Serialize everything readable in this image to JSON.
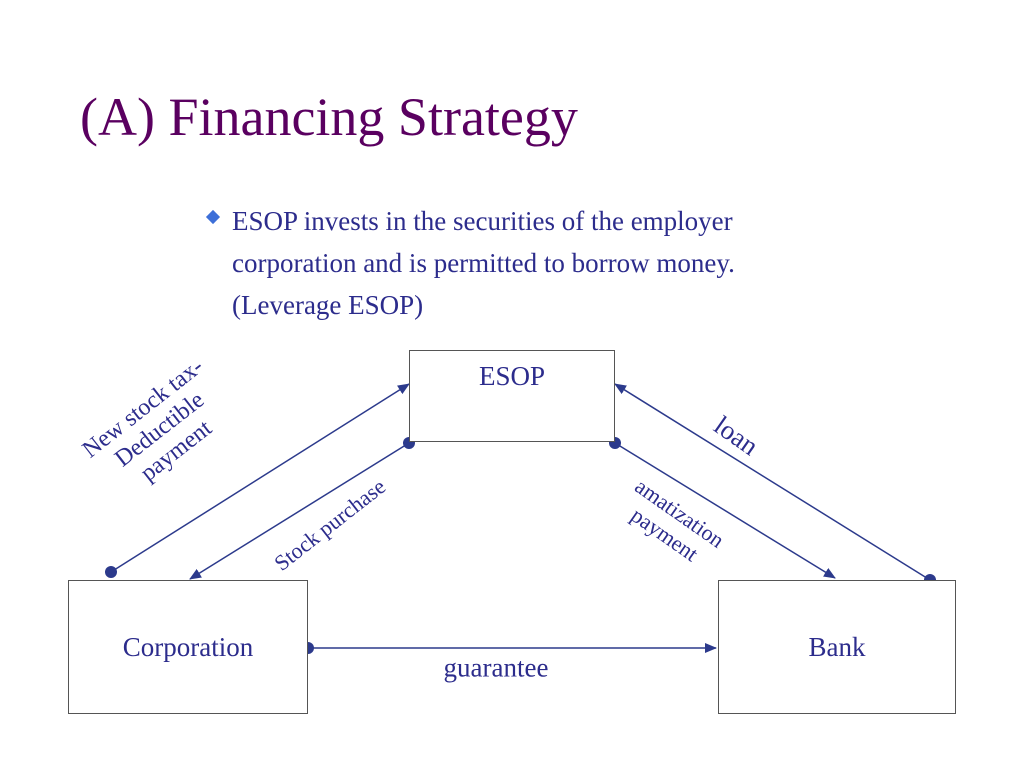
{
  "slide": {
    "title": "(A) Financing Strategy",
    "bullet": "ESOP invests in the securities of the employer\ncorporation and is permitted to borrow money.\n(Leverage ESOP)"
  },
  "nodes": {
    "esop": "ESOP",
    "corporation": "Corporation",
    "bank": "Bank"
  },
  "edges": {
    "new_stock": "New stock tax-\nDeductible\npayment",
    "stock_purchase": "Stock purchase",
    "loan": "loan",
    "amatization": "amatization\npayment",
    "guarantee": "guarantee"
  },
  "colors": {
    "title": "#5a0060",
    "text": "#2c2c8c",
    "bullet_marker": "#3d6fd8",
    "arrow": "#2c3a8c"
  }
}
